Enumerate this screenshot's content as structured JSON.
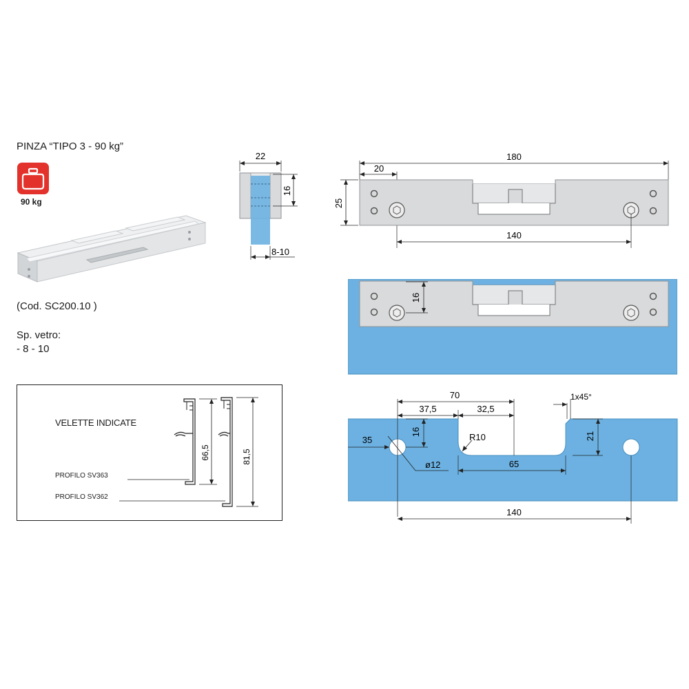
{
  "product": {
    "title": "PINZA “TIPO 3 - 90 kg”",
    "weight_badge": "90 kg",
    "code": "(Cod. SC200.10 )",
    "glass_label": "Sp. vetro:",
    "glass_values": "- 8 - 10"
  },
  "profiles": {
    "heading": "VELETTE INDICATE",
    "profile_a": "PROFILO SV363",
    "profile_b": "PROFILO SV362",
    "dim_a": "66,5",
    "dim_b": "81,5"
  },
  "side_view": {
    "width": "22",
    "height": "16",
    "glass": "8-10"
  },
  "front_view": {
    "total_length": "180",
    "edge_offset": "20",
    "height": "25",
    "hole_spacing": "140"
  },
  "mounted_view": {
    "depth": "16"
  },
  "glass_cut": {
    "notch_offset": "70",
    "hole_to_notch": "37,5",
    "notch_half": "32,5",
    "chamfer": "1x45°",
    "hole_x": "35",
    "hole_y": "16",
    "radius": "R10",
    "notch_depth": "21",
    "hole_diameter": "ø12",
    "notch_width": "65",
    "hole_spacing": "140"
  },
  "colors": {
    "glass": "#6cb1e1",
    "metal": "#d9dadb",
    "badge": "#e2322b"
  }
}
